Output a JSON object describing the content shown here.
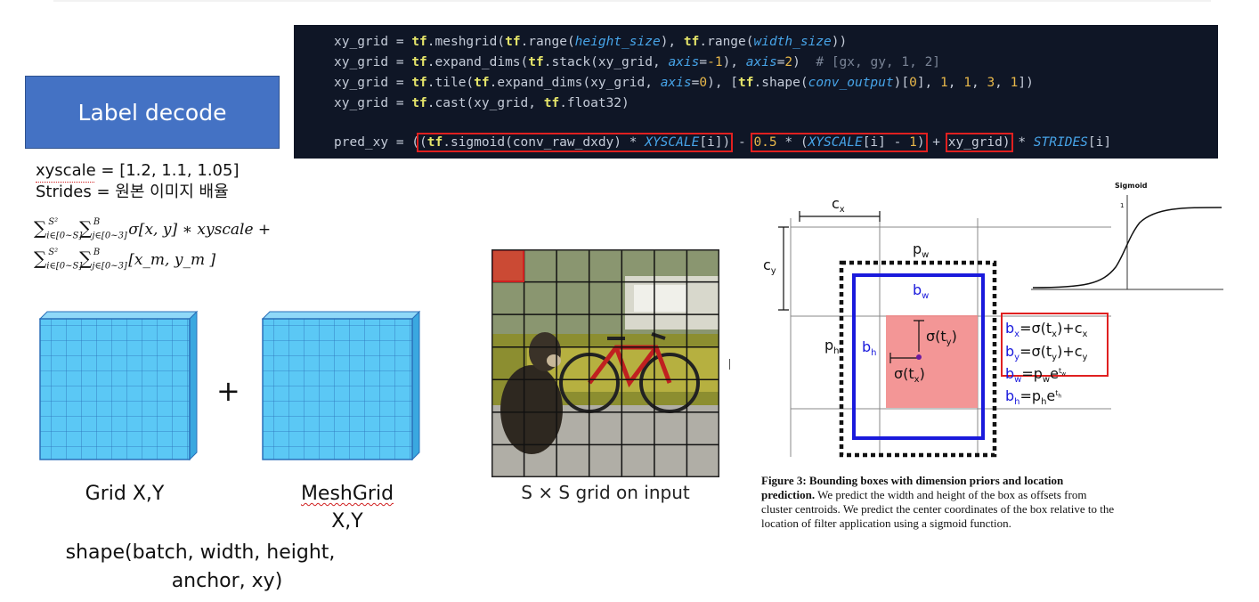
{
  "slide": {
    "title": "Label decode"
  },
  "code": {
    "lines": [
      "xy_grid = tf.meshgrid(tf.range(height_size), tf.range(width_size))",
      "xy_grid = tf.expand_dims(tf.stack(xy_grid, axis=-1), axis=2)  # [gx, gy, 1, 2]",
      "xy_grid = tf.tile(tf.expand_dims(xy_grid, axis=0), [tf.shape(conv_output)[0], 1, 1, 3, 1])",
      "xy_grid = tf.cast(xy_grid, tf.float32)",
      "pred_xy = ((tf.sigmoid(conv_raw_dxdy) * XYSCALE[i]) - 0.5 * (XYSCALE[i] - 1) + xy_grid) * STRIDES[i]"
    ]
  },
  "notes": {
    "xyscale": "xyscale = [1.2, 1.1, 1.05]",
    "strides": "Strides = 원본 이미지 배율",
    "formula_line1": "σ[x, y] ∗ xyscale   +",
    "formula_line2": "[x_m, y_m ]",
    "sum_symbol": "∑",
    "sub_i": "i∈[0~S]",
    "sup_i": "S²",
    "sub_j": "j∈[0~3]",
    "sup_j": "B"
  },
  "grids": {
    "plus": "+",
    "left_label": "Grid X,Y",
    "right_label_1": "MeshGrid",
    "right_label_2": "X,Y",
    "shape_line1": "shape(batch, width, height,",
    "shape_line2": "anchor, xy)"
  },
  "photo": {
    "caption": "S × S grid on input"
  },
  "sigmoid_plot": {
    "title": "Sigmoid",
    "ytick": "1"
  },
  "bbox_figure": {
    "cx": "c",
    "cx_sub": "x",
    "cy": "c",
    "cy_sub": "y",
    "pw": "p",
    "pw_sub": "w",
    "ph": "p",
    "ph_sub": "h",
    "bw": "b",
    "bw_sub": "w",
    "bh": "b",
    "bh_sub": "h",
    "sig_ty": "σ(t",
    "sig_ty_sub": "y",
    "sig_tx": "σ(t",
    "sig_tx_sub": "x",
    "formulas": [
      "bx=σ(tx)+cx",
      "by=σ(ty)+cy",
      "bw=pwe^tw",
      "bh=phe^th"
    ],
    "caption_bold": "Figure 3: Bounding boxes with dimension priors and location prediction.",
    "caption_text": "We predict the width and height of the box as offsets from cluster centroids. We predict the center coordinates of the box relative to the location of filter application using a sigmoid function."
  },
  "colors": {
    "title_bg": "#4472c4",
    "code_bg": "#0f1626",
    "highlight": "#e02020",
    "grid_fill": "#5bc8f5",
    "box_blue": "#1a1adc",
    "pred_fill": "#f28b8b"
  }
}
